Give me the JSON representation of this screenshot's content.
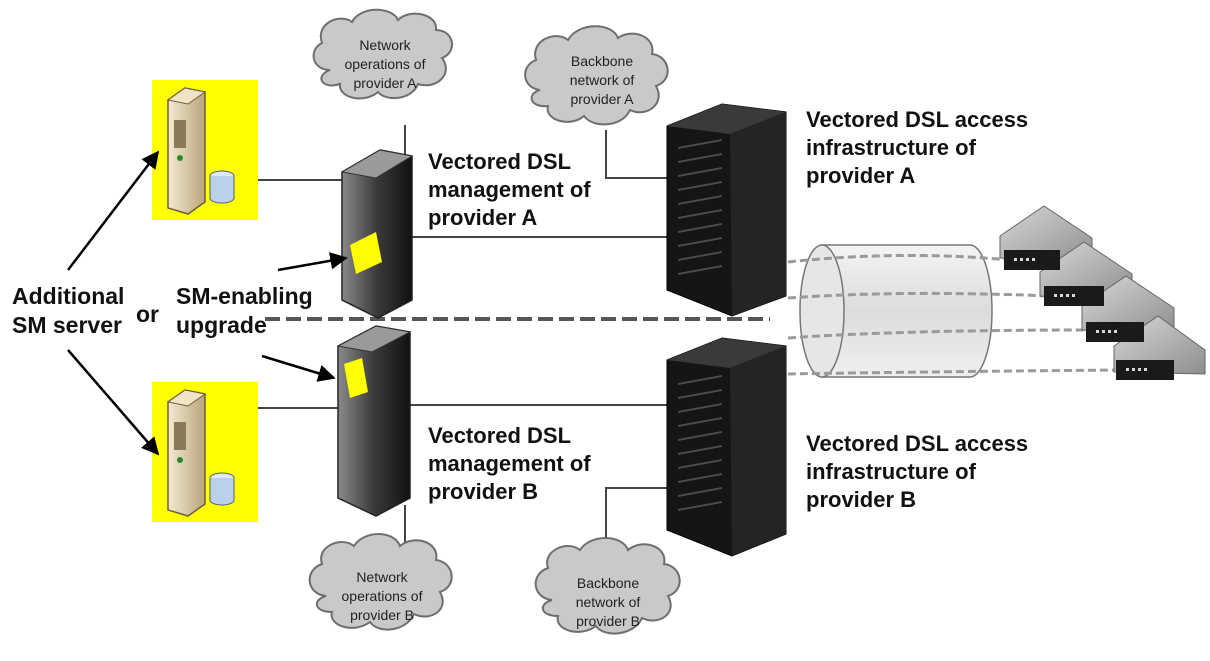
{
  "clouds": {
    "netops_a": [
      "Network",
      "operations of",
      "provider A"
    ],
    "backbone_a": [
      "Backbone",
      "network of",
      "provider A"
    ],
    "netops_b": [
      "Network",
      "operations of",
      "provider B"
    ],
    "backbone_b": [
      "Backbone",
      "network of",
      "provider B"
    ]
  },
  "labels": {
    "mgmt_a": [
      "Vectored DSL",
      "management of",
      "provider A"
    ],
    "access_a": [
      "Vectored DSL access",
      "infrastructure of",
      "provider A"
    ],
    "mgmt_b": [
      "Vectored DSL",
      "management of",
      "provider B"
    ],
    "access_b": [
      "Vectored DSL access",
      "infrastructure of",
      "provider B"
    ],
    "additional": [
      "Additional",
      "SM server"
    ],
    "or": "or",
    "sm_enabling": [
      "SM-enabling",
      "upgrade"
    ]
  },
  "colors": {
    "highlight": "#ffff00",
    "cloud": "#c8c8c8",
    "rack": "#1e1e1e",
    "server_beige": "#d9c9a3"
  }
}
